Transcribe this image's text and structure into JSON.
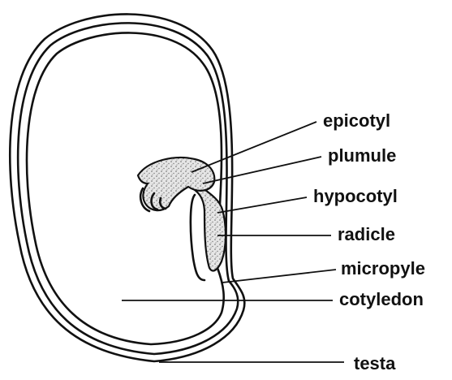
{
  "diagram": {
    "labels": {
      "epicotyl": "epicotyl",
      "plumule": "plumule",
      "hypocotyl": "hypocotyl",
      "radicle": "radicle",
      "micropyle": "micropyle",
      "cotyledon": "cotyledon",
      "testa": "testa"
    }
  },
  "colors": {
    "stroke": "#111111",
    "background": "#ffffff",
    "embryo_stipple": "#7a7a7a"
  }
}
